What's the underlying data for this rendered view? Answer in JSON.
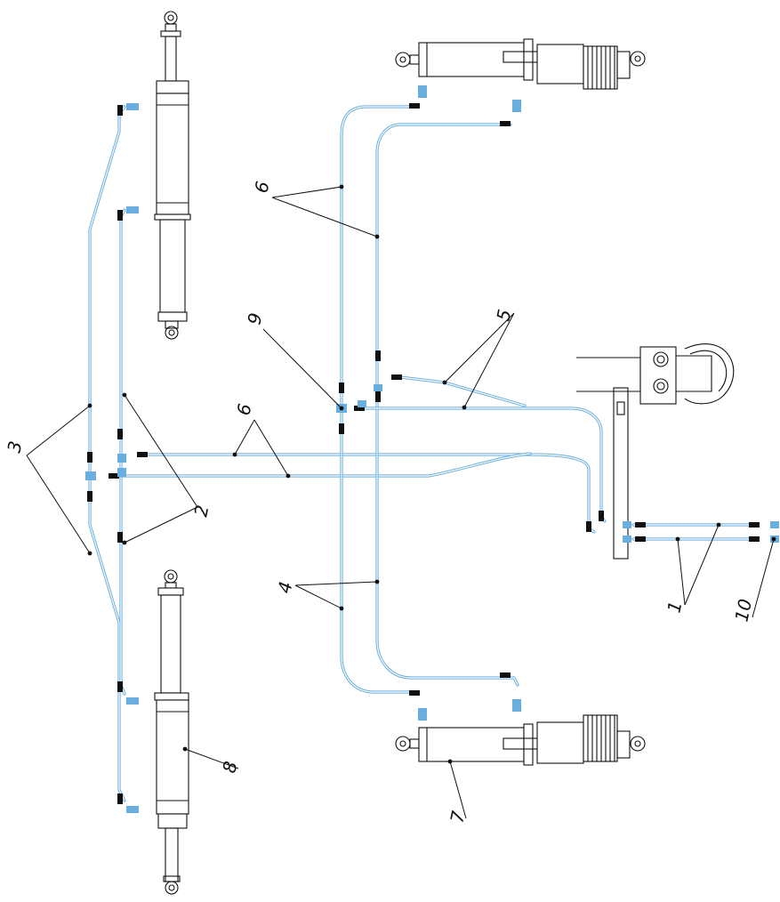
{
  "colors": {
    "hose": "#6aaee0",
    "line": "#111111",
    "fitting": "#1a1a1a"
  },
  "callouts": [
    {
      "id": "1",
      "text": "1"
    },
    {
      "id": "2",
      "text": "2"
    },
    {
      "id": "3",
      "text": "3"
    },
    {
      "id": "4",
      "text": "4"
    },
    {
      "id": "5",
      "text": "5"
    },
    {
      "id": "6a",
      "text": "6"
    },
    {
      "id": "6b",
      "text": "6"
    },
    {
      "id": "7",
      "text": "7"
    },
    {
      "id": "8",
      "text": "8"
    },
    {
      "id": "9",
      "text": "9"
    },
    {
      "id": "10",
      "text": "10"
    }
  ]
}
